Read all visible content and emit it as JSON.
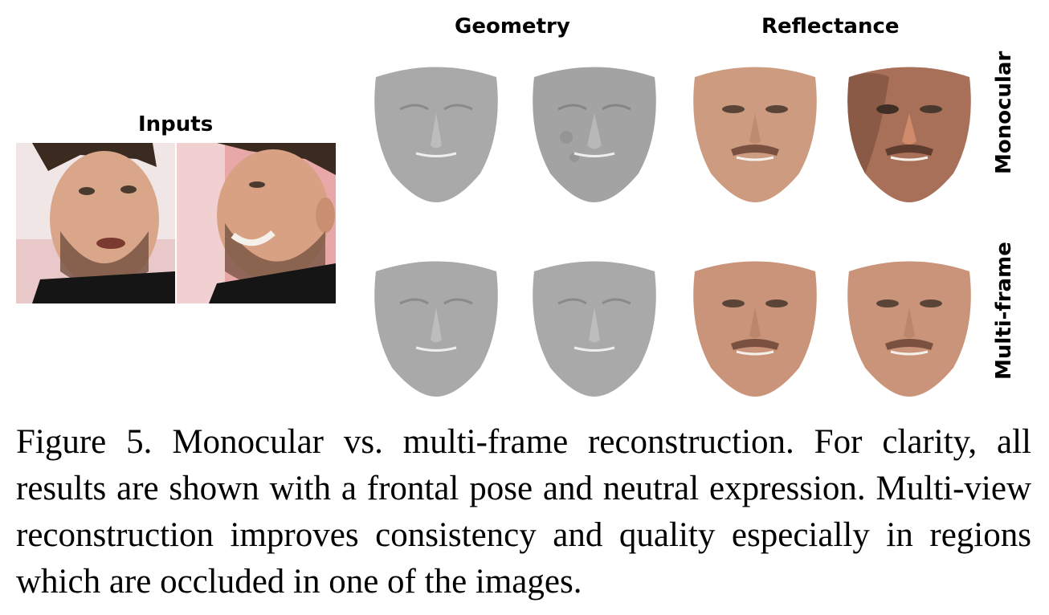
{
  "headers": {
    "inputs": "Inputs",
    "geometry": "Geometry",
    "reflectance": "Reflectance"
  },
  "row_labels": {
    "monocular": "Monocular",
    "multi_frame": "Multi-frame"
  },
  "colors": {
    "geometry_gray": "#a9a9a9",
    "skin": "#c9997f",
    "skin_dark": "#9b6a52",
    "background_pink": "#e8c8c8"
  },
  "caption": "Figure 5. Monocular vs. multi-frame reconstruction. For clarity, all results are shown with a frontal pose and neutral expression. Multi-view reconstruction improves consistency and quality especially in regions which are occluded in one of the images."
}
